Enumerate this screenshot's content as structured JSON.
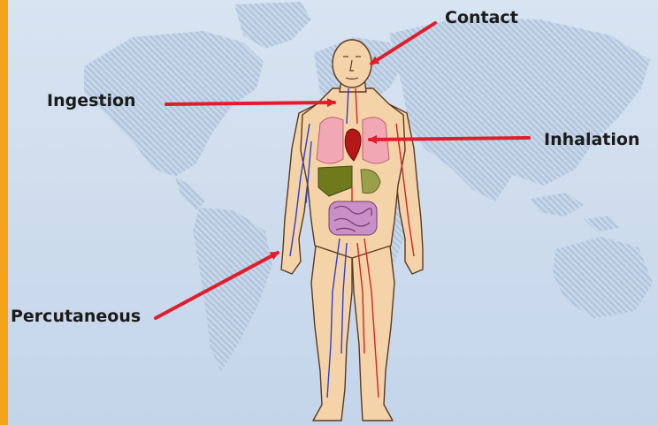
{
  "labels": {
    "contact": "Contact",
    "ingestion": "Ingestion",
    "inhalation": "Inhalation",
    "percutaneous": "Percutaneous"
  },
  "colors": {
    "background": "#cfdded",
    "accent_bar": "#f5a31a",
    "arrow": "#e11d2c",
    "skin": "#f5d3a8",
    "map_stripes": "#b3c6dd",
    "veins": "#2a3fcf",
    "arteries": "#d42323"
  },
  "icons": {
    "figure": "human-body-figure-icon",
    "map": "world-map-icon",
    "arrow": "red-arrow-icon"
  }
}
